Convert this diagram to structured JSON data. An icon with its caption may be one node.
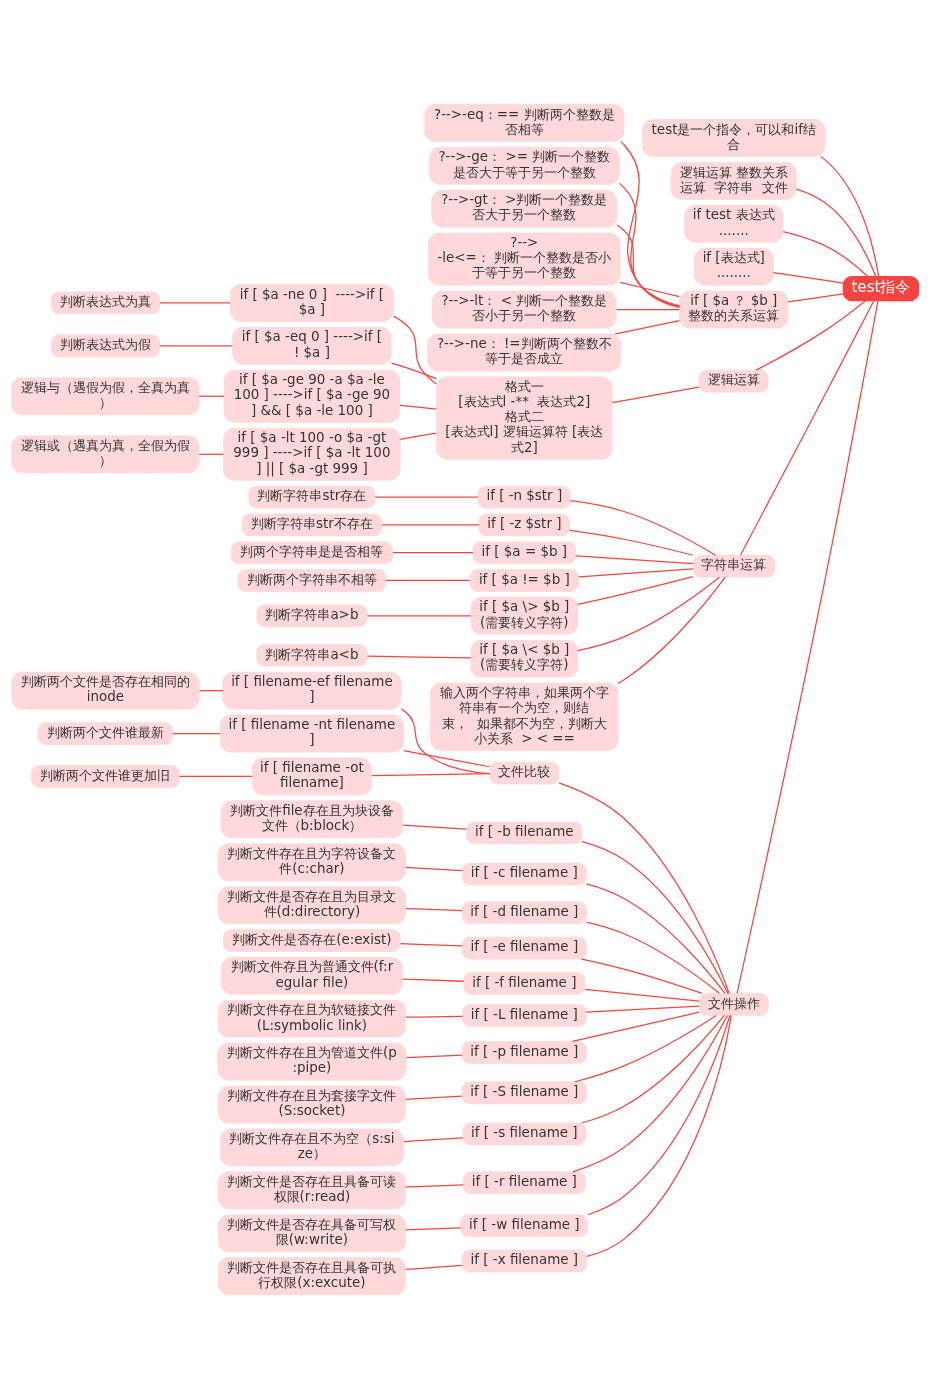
{
  "diagram": {
    "nodes": [
      {
        "text": [
          "test指令"
        ]
      },
      {
        "text": [
          "test是一个指令，可以和if结合"
        ]
      },
      {
        "text": [
          "逻辑运算 整数关系运算  字符串  文件"
        ]
      },
      {
        "text": [
          "if test 表达式",
          "......."
        ]
      },
      {
        "text": [
          "if [表达式]",
          "........"
        ]
      },
      {
        "text": [
          "if [ $a ？ $b ]",
          "整数的关系运算"
        ]
      },
      {
        "text": [
          "?-->-eq：== 判断两个整数是否相等"
        ]
      },
      {
        "text": [
          "?-->-ge： >= 判断一个整数是否大于等于另一个整数"
        ]
      },
      {
        "text": [
          "?-->-gt： >判断一个整数是否大于另一个整数"
        ]
      },
      {
        "text": [
          "?--> -le<=： 判断一个整数是否小于等于另一个整数"
        ]
      },
      {
        "text": [
          "?-->-lt： < 判断一个整数是否小于另一个整数"
        ]
      },
      {
        "text": [
          "?-->-ne： !=判断两个整数不等于是否成立"
        ]
      },
      {
        "text": [
          "逻辑运算"
        ]
      },
      {
        "text": [
          "格式一",
          "[表达式l -**  表达式2]",
          "格式二",
          "[表达式l] 逻辑运算符 [表达式2]"
        ]
      },
      {
        "text": [
          "if [ $a -ne 0 ]  ---->if [ $a ]"
        ]
      },
      {
        "text": [
          "判断表达式为真"
        ]
      },
      {
        "text": [
          "if [ $a -eq 0 ] ---->if [ ! $a ]"
        ]
      },
      {
        "text": [
          "判断表达式为假"
        ]
      },
      {
        "text": [
          "if [ $a -ge 90 -a $a -le 100 ] ---->if [ $a -ge 90 ] && [ $a -le 100 ]"
        ]
      },
      {
        "text": [
          "逻辑与（遇假为假，全真为真）"
        ]
      },
      {
        "text": [
          "if [ $a -lt 100 -o $a -gt 999 ] ---->if [ $a -lt 100 ] || [ $a -gt 999 ]"
        ]
      },
      {
        "text": [
          "逻辑或（遇真为真，全假为假）"
        ]
      },
      {
        "text": [
          "字符串运算"
        ]
      },
      {
        "text": [
          "if [ -n $str ]"
        ]
      },
      {
        "text": [
          "判断字符串str存在"
        ]
      },
      {
        "text": [
          "if [ -z $str ]"
        ]
      },
      {
        "text": [
          "判断字符串str不存在"
        ]
      },
      {
        "text": [
          "if [ $a = $b ]"
        ]
      },
      {
        "text": [
          "判两个字符串是是否相等"
        ]
      },
      {
        "text": [
          "if [ $a != $b ]"
        ]
      },
      {
        "text": [
          "判断两个字符串不相等"
        ]
      },
      {
        "text": [
          "if [ $a \\> $b ] (需要转义字符)"
        ]
      },
      {
        "text": [
          "判断字符串a>b"
        ]
      },
      {
        "text": [
          "if [ $a \\< $b ] (需要转义字符)"
        ]
      },
      {
        "text": [
          "判断字符串a<b"
        ]
      },
      {
        "text": [
          "输入两个字符串，如果两个字符串有一个为空，则结束，  如果都不为空，判断大小关系  > < =="
        ]
      },
      {
        "text": [
          "文件操作"
        ]
      },
      {
        "text": [
          "文件比较"
        ]
      },
      {
        "text": [
          "if [ filename-ef filename ]"
        ]
      },
      {
        "text": [
          "判断两个文件是否存在相同的inode"
        ]
      },
      {
        "text": [
          "if [ filename -nt filename ]"
        ]
      },
      {
        "text": [
          "判断两个文件谁最新"
        ]
      },
      {
        "text": [
          "if [ filename -ot filename]"
        ]
      },
      {
        "text": [
          "判断两个文件谁更加旧"
        ]
      },
      {
        "text": [
          "if [ -b filename"
        ]
      },
      {
        "text": [
          "判断文件file存在且为块设备文件（b:block）"
        ]
      },
      {
        "text": [
          "if [ -c filename ]"
        ]
      },
      {
        "text": [
          "判断文件存在且为字符设备文件(c:char)"
        ]
      },
      {
        "text": [
          "if [ -d filename ]"
        ]
      },
      {
        "text": [
          "判断文件是否存在且为目录文件(d:directory)"
        ]
      },
      {
        "text": [
          "if [ -e filename ]"
        ]
      },
      {
        "text": [
          "判断文件是否存在(e:exist)"
        ]
      },
      {
        "text": [
          "if [ -f filename ]"
        ]
      },
      {
        "text": [
          "判断文件存且为普通文件(f:regular file)"
        ]
      },
      {
        "text": [
          "if [ -L filename ]"
        ]
      },
      {
        "text": [
          "判断文件存在且为软链接文件(L:symbolic link)"
        ]
      },
      {
        "text": [
          "if [ -p filename ]"
        ]
      },
      {
        "text": [
          "判断文件存在且为管道文件(p:pipe)"
        ]
      },
      {
        "text": [
          "if [ -S filename ]"
        ]
      },
      {
        "text": [
          "判断文件存在且为套接字文件(S:socket)"
        ]
      },
      {
        "text": [
          "if [ -s filename ]"
        ]
      },
      {
        "text": [
          "判断文件存在且不为空（s:size）"
        ]
      },
      {
        "text": [
          "if [ -r filename ]"
        ]
      },
      {
        "text": [
          "判断文件是否存在且具备可读权限(r:read)"
        ]
      },
      {
        "text": [
          "if [ -w filename ]"
        ]
      },
      {
        "text": [
          "判断文件是否存在具备可写权限(w:write)"
        ]
      },
      {
        "text": [
          "if [ -x filename ]"
        ]
      },
      {
        "text": [
          "判断文件是否存在且具备可执行权限(x:excute)"
        ]
      }
    ],
    "edges": [
      {
        "from": 0,
        "to": 1,
        "arrow": "none"
      },
      {
        "from": 0,
        "to": 2,
        "arrow": "none"
      },
      {
        "from": 0,
        "to": 3,
        "arrow": "none"
      },
      {
        "from": 0,
        "to": 4,
        "arrow": "none"
      },
      {
        "from": 0,
        "to": 5,
        "arrow": "none"
      },
      {
        "from": 5,
        "to": 6,
        "arrow": "none"
      },
      {
        "from": 5,
        "to": 7,
        "arrow": "none"
      },
      {
        "from": 5,
        "to": 8,
        "arrow": "none"
      },
      {
        "from": 5,
        "to": 9,
        "arrow": "none"
      },
      {
        "from": 5,
        "to": 10,
        "arrow": "none"
      },
      {
        "from": 5,
        "to": 11,
        "arrow": "none"
      },
      {
        "from": 0,
        "to": 12,
        "arrow": "none"
      },
      {
        "from": 12,
        "to": 13,
        "arrow": "none"
      },
      {
        "from": 13,
        "to": 14,
        "arrow": "none"
      },
      {
        "from": 14,
        "to": 15,
        "arrow": "none"
      },
      {
        "from": 13,
        "to": 16,
        "arrow": "none"
      },
      {
        "from": 16,
        "to": 17,
        "arrow": "none"
      },
      {
        "from": 13,
        "to": 18,
        "arrow": "none"
      },
      {
        "from": 18,
        "to": 19,
        "arrow": "none"
      },
      {
        "from": 13,
        "to": 20,
        "arrow": "none"
      },
      {
        "from": 20,
        "to": 21,
        "arrow": "none"
      },
      {
        "from": 0,
        "to": 22,
        "arrow": "none"
      },
      {
        "from": 22,
        "to": 23,
        "arrow": "none"
      },
      {
        "from": 23,
        "to": 24,
        "arrow": "none"
      },
      {
        "from": 22,
        "to": 25,
        "arrow": "none"
      },
      {
        "from": 25,
        "to": 26,
        "arrow": "none"
      },
      {
        "from": 22,
        "to": 27,
        "arrow": "none"
      },
      {
        "from": 27,
        "to": 28,
        "arrow": "none"
      },
      {
        "from": 22,
        "to": 29,
        "arrow": "none"
      },
      {
        "from": 29,
        "to": 30,
        "arrow": "none"
      },
      {
        "from": 22,
        "to": 31,
        "arrow": "none"
      },
      {
        "from": 31,
        "to": 32,
        "arrow": "none"
      },
      {
        "from": 22,
        "to": 33,
        "arrow": "none"
      },
      {
        "from": 33,
        "to": 34,
        "arrow": "none"
      },
      {
        "from": 22,
        "to": 35,
        "arrow": "none"
      },
      {
        "from": 0,
        "to": 36,
        "arrow": "none"
      },
      {
        "from": 36,
        "to": 37,
        "arrow": "none"
      },
      {
        "from": 37,
        "to": 38,
        "arrow": "none"
      },
      {
        "from": 38,
        "to": 39,
        "arrow": "none"
      },
      {
        "from": 37,
        "to": 40,
        "arrow": "none"
      },
      {
        "from": 40,
        "to": 41,
        "arrow": "none"
      },
      {
        "from": 37,
        "to": 42,
        "arrow": "none"
      },
      {
        "from": 42,
        "to": 43,
        "arrow": "none"
      },
      {
        "from": 36,
        "to": 44,
        "arrow": "none"
      },
      {
        "from": 44,
        "to": 45,
        "arrow": "none"
      },
      {
        "from": 36,
        "to": 46,
        "arrow": "none"
      },
      {
        "from": 46,
        "to": 47,
        "arrow": "none"
      },
      {
        "from": 36,
        "to": 48,
        "arrow": "none"
      },
      {
        "from": 48,
        "to": 49,
        "arrow": "none"
      },
      {
        "from": 36,
        "to": 50,
        "arrow": "none"
      },
      {
        "from": 50,
        "to": 51,
        "arrow": "none"
      },
      {
        "from": 36,
        "to": 52,
        "arrow": "none"
      },
      {
        "from": 52,
        "to": 53,
        "arrow": "none"
      },
      {
        "from": 36,
        "to": 54,
        "arrow": "none"
      },
      {
        "from": 54,
        "to": 55,
        "arrow": "none"
      },
      {
        "from": 36,
        "to": 56,
        "arrow": "none"
      },
      {
        "from": 56,
        "to": 57,
        "arrow": "none"
      },
      {
        "from": 36,
        "to": 58,
        "arrow": "none"
      },
      {
        "from": 58,
        "to": 59,
        "arrow": "none"
      },
      {
        "from": 36,
        "to": 60,
        "arrow": "none"
      },
      {
        "from": 60,
        "to": 61,
        "arrow": "none"
      },
      {
        "from": 36,
        "to": 62,
        "arrow": "none"
      },
      {
        "from": 62,
        "to": 63,
        "arrow": "none"
      },
      {
        "from": 36,
        "to": 64,
        "arrow": "none"
      },
      {
        "from": 64,
        "to": 65,
        "arrow": "none"
      },
      {
        "from": 36,
        "to": 66,
        "arrow": "none"
      },
      {
        "from": 66,
        "to": 67,
        "arrow": "none"
      }
    ]
  }
}
